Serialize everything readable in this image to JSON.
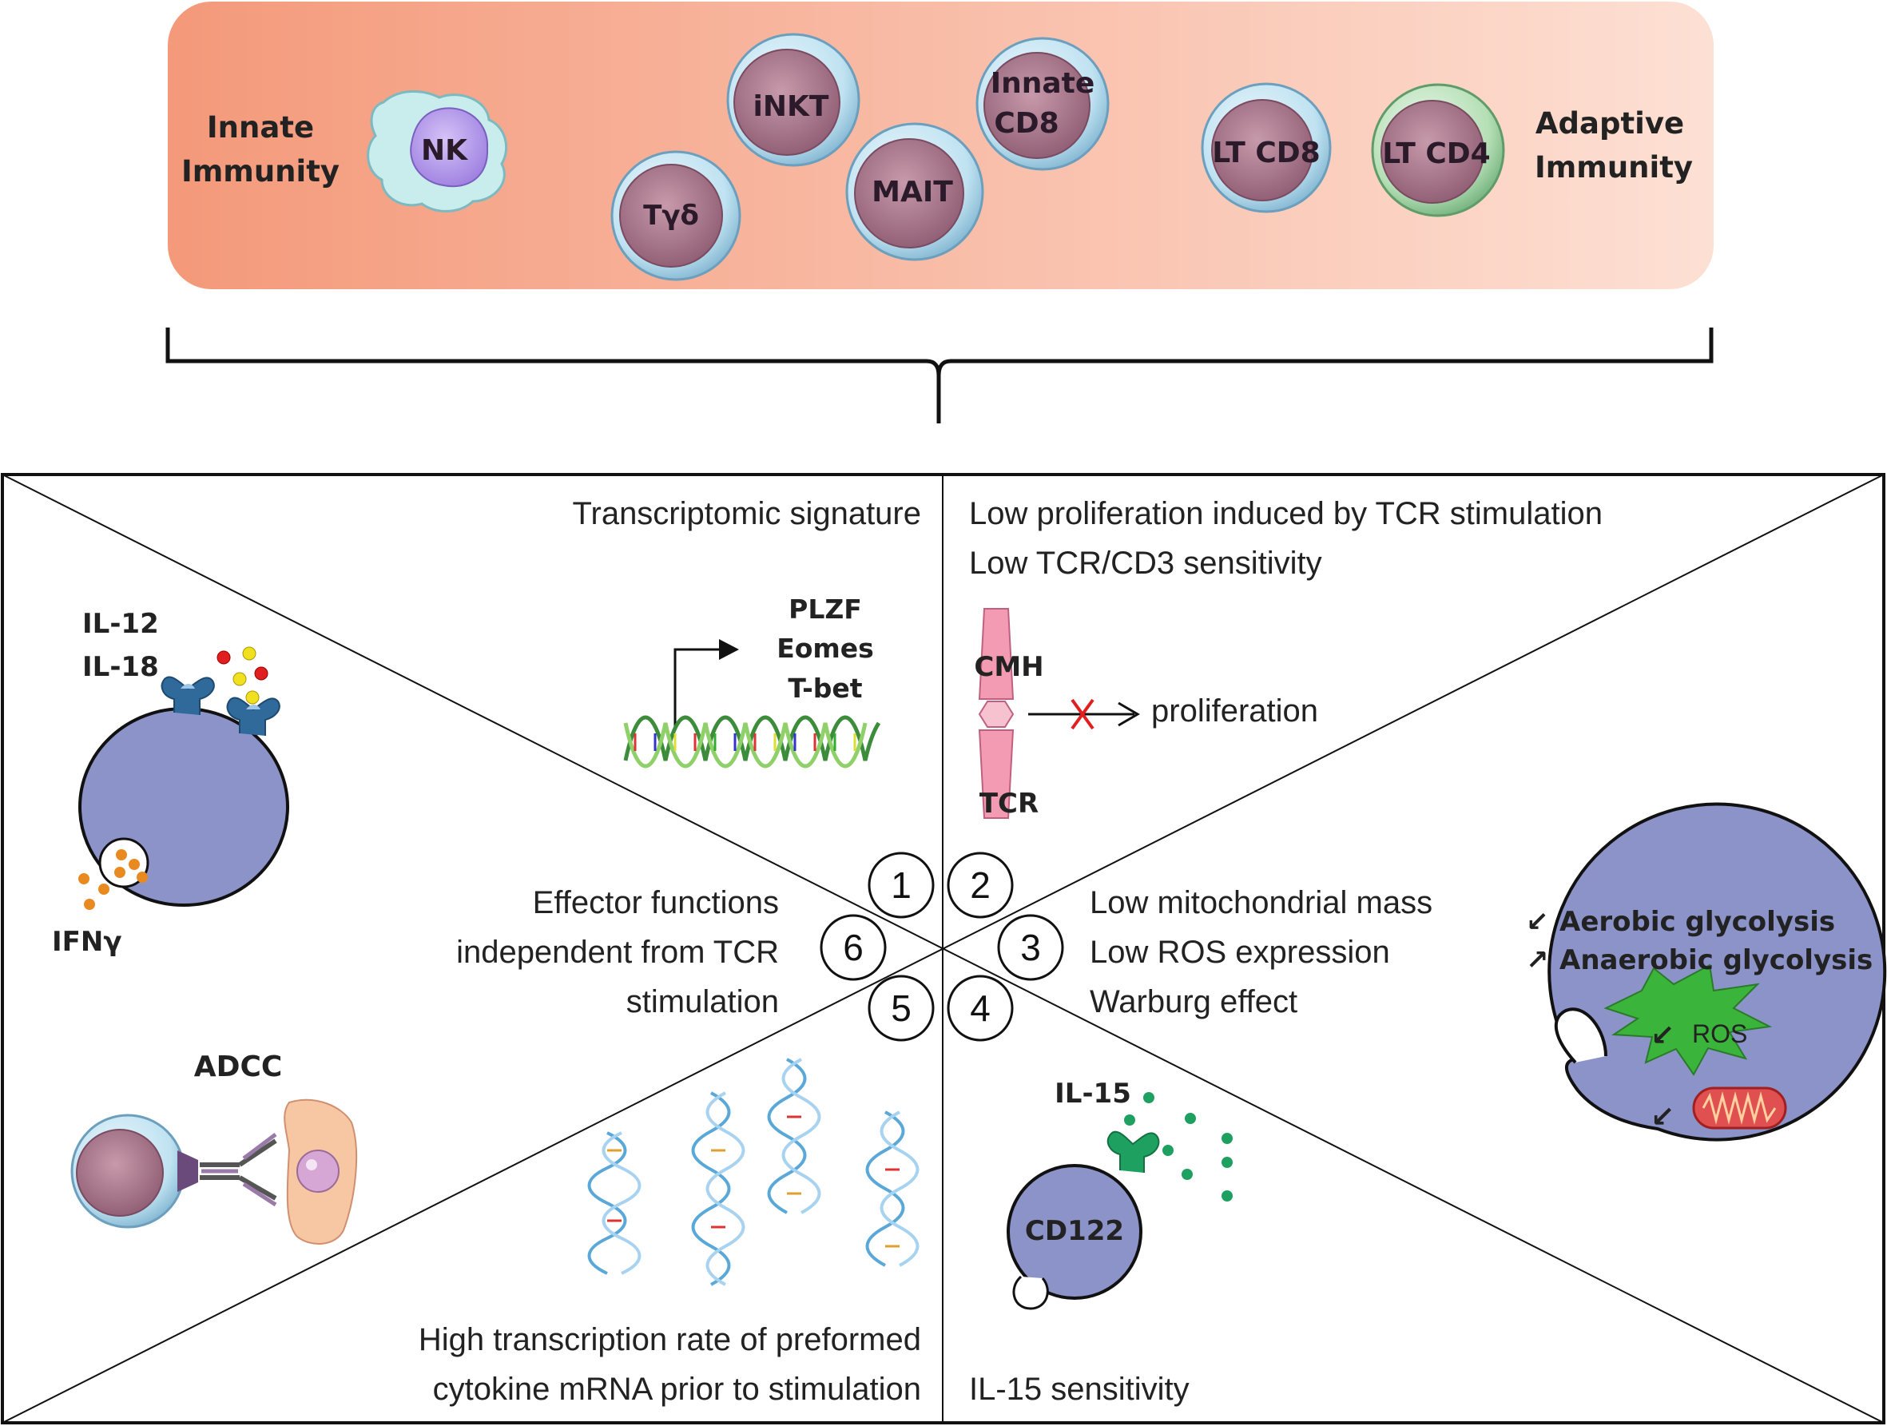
{
  "banner": {
    "left_label": [
      "Innate",
      "Immunity"
    ],
    "right_label": [
      "Adaptive",
      "Immunity"
    ],
    "cells": {
      "nk": "NK",
      "tgd": "Tγδ",
      "inkt": "iNKT",
      "mait": "MAIT",
      "innate_cd8": [
        "Innate",
        "CD8"
      ],
      "lt_cd8": "LT CD8",
      "lt_cd4": "LT CD4"
    },
    "gradient_colors": [
      "#f4997a",
      "#fde0d4"
    ]
  },
  "panel": {
    "numbers": [
      "1",
      "2",
      "3",
      "4",
      "5",
      "6"
    ],
    "section1": {
      "title": "Transcriptomic signature",
      "genes": [
        "PLZF",
        "Eomes",
        "T-bet"
      ]
    },
    "section2": {
      "lines": [
        "Low proliferation induced by TCR stimulation",
        "Low TCR/CD3 sensitivity"
      ],
      "cmh": "CMH",
      "tcr": "TCR",
      "proliferation": "proliferation"
    },
    "section3": {
      "lines": [
        "Low mitochondrial mass",
        "Low ROS expression",
        "Warburg effect"
      ],
      "aerobic": "Aerobic glycolysis",
      "anaerobic": "Anaerobic glycolysis",
      "ros": "ROS"
    },
    "section4": {
      "title": "IL-15 sensitivity",
      "il15": "IL-15",
      "cd122": "CD122"
    },
    "section5": {
      "lines": [
        "High transcription rate of preformed",
        "cytokine mRNA prior to stimulation"
      ]
    },
    "section6": {
      "lines": [
        "Effector functions",
        "independent from TCR",
        "stimulation"
      ],
      "il12": "IL-12",
      "il18": "IL-18",
      "ifng": "IFNγ",
      "adcc": "ADCC"
    }
  }
}
